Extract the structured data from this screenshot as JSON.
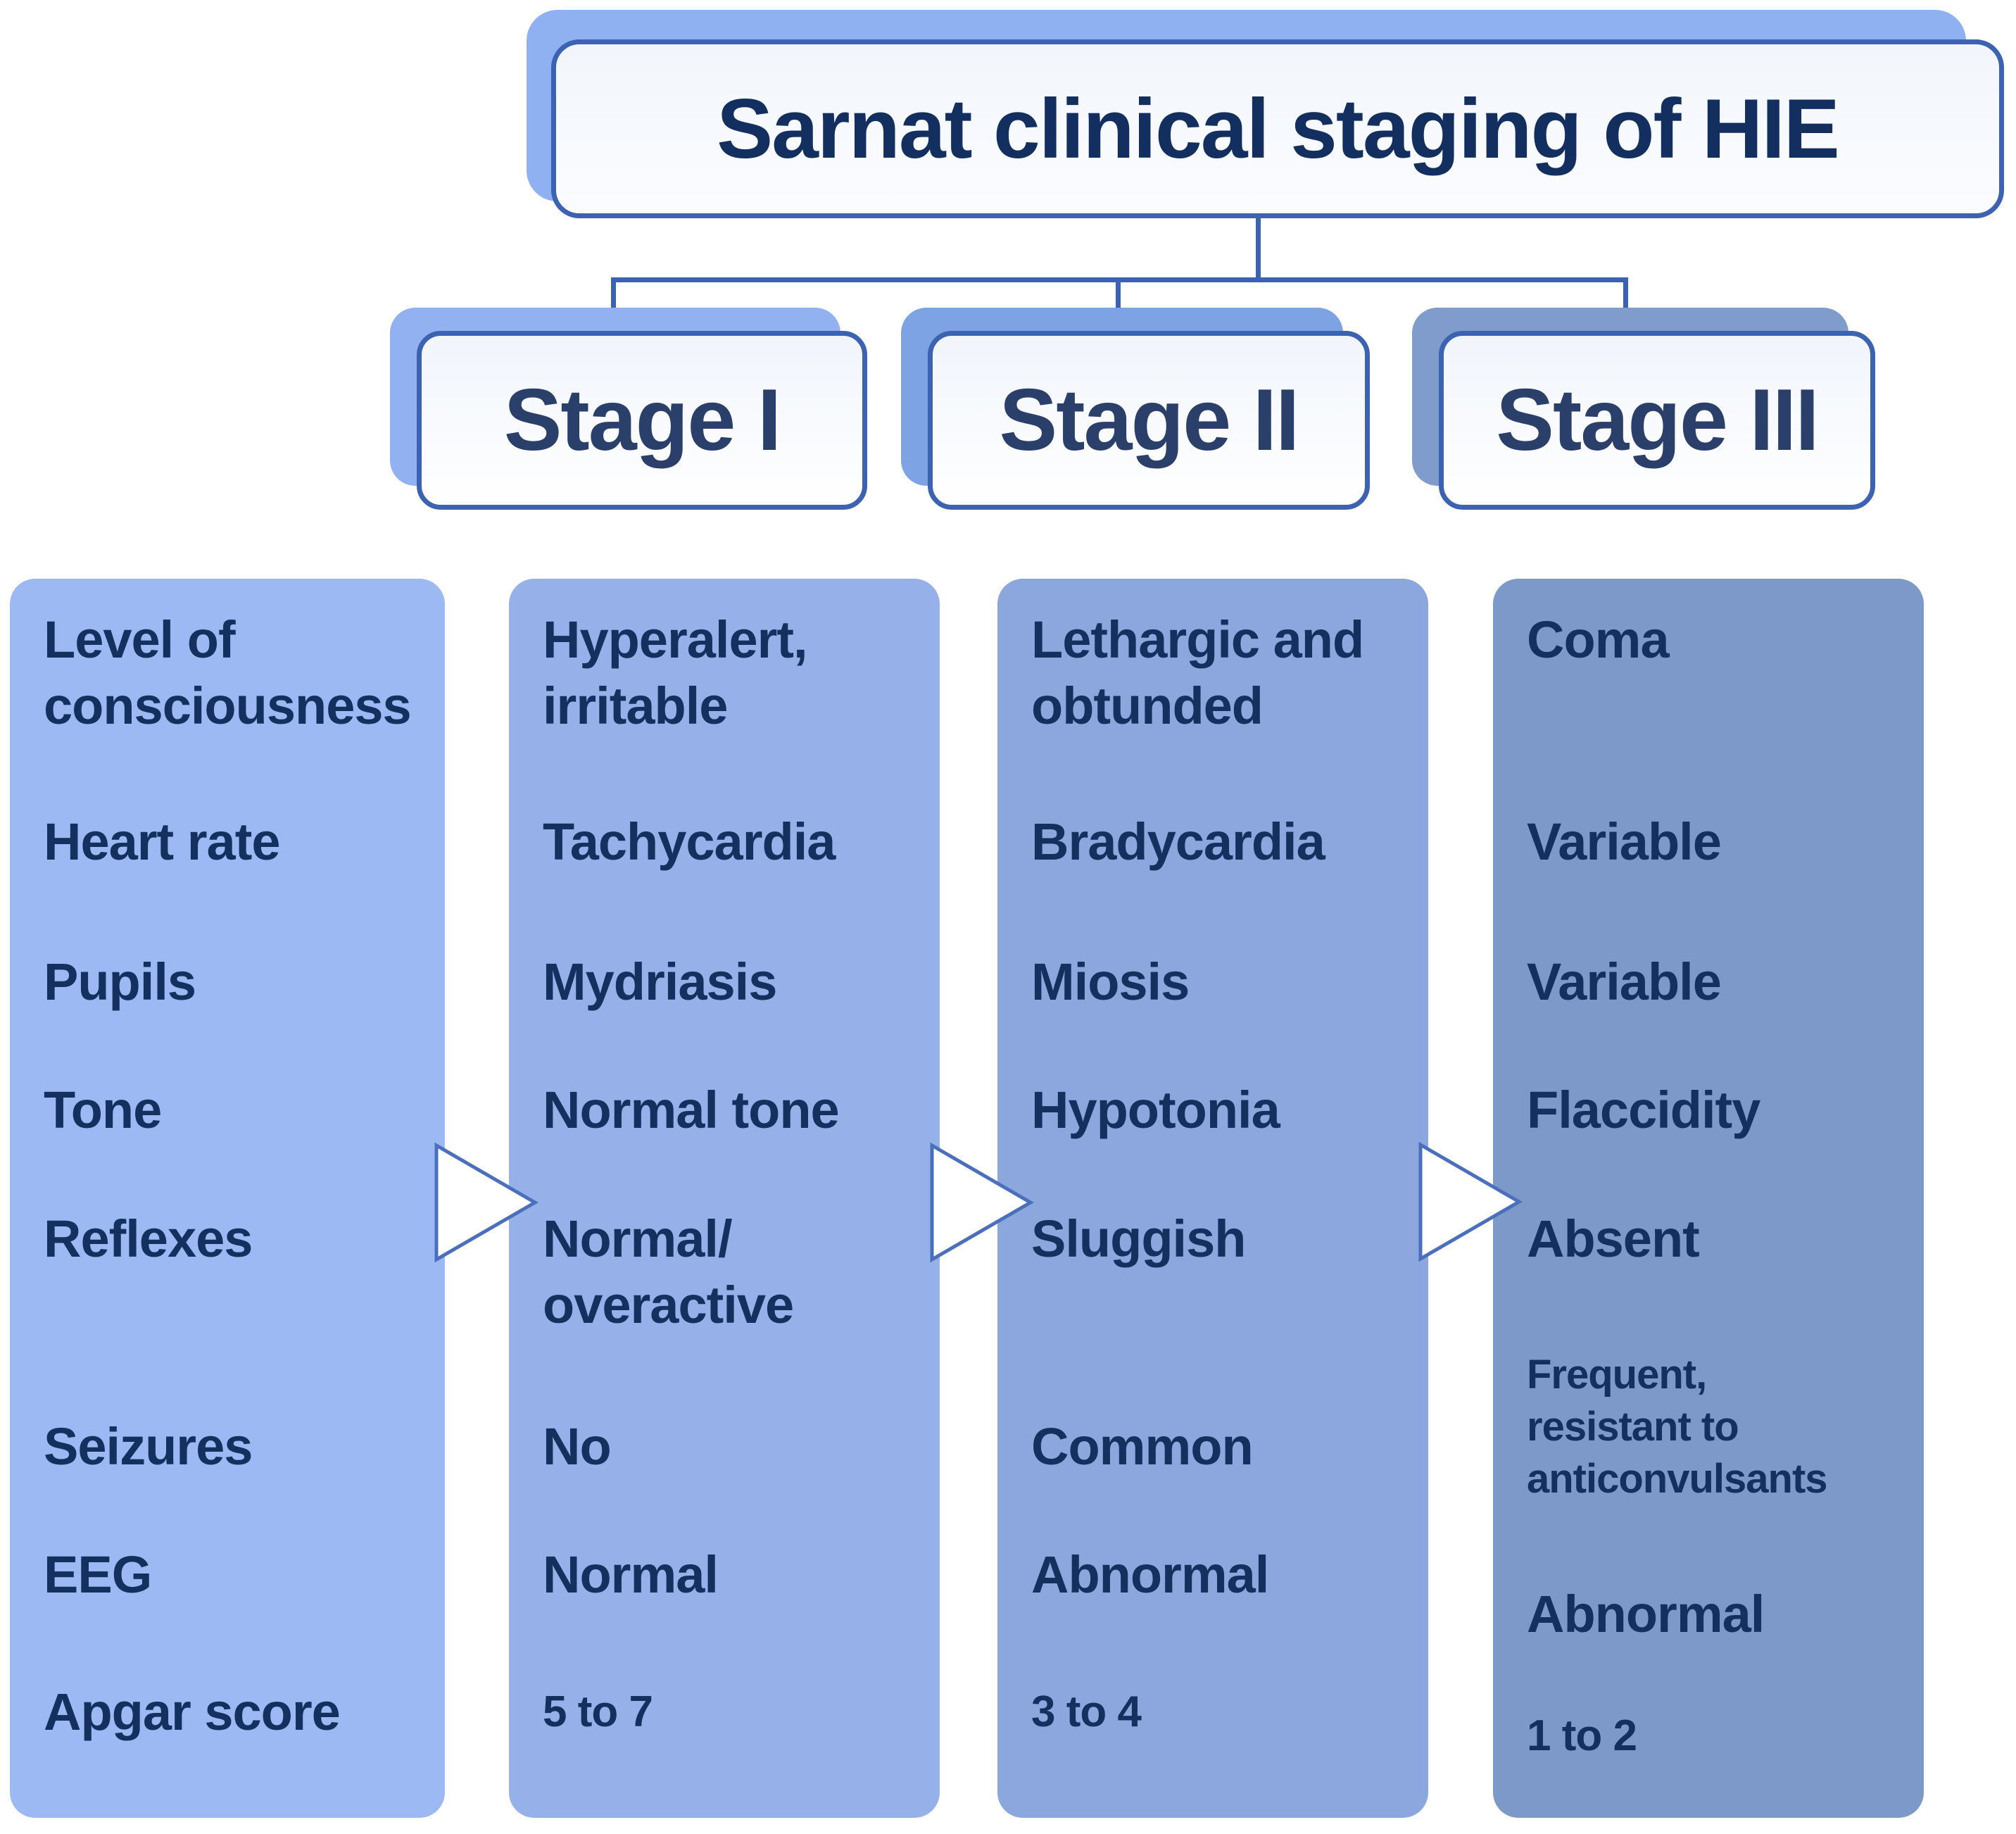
{
  "title": "Sarnat clinical staging of HIE",
  "stages": [
    {
      "label": "Stage I"
    },
    {
      "label": "Stage II"
    },
    {
      "label": "Stage III"
    }
  ],
  "criteria": {
    "rows": [
      "Level of\nconsciousness",
      "Heart rate",
      "Pupils",
      "Tone",
      "Reflexes",
      "Seizures",
      "EEG",
      "Apgar score"
    ]
  },
  "stage1": {
    "rows": [
      "Hyperalert,\nirritable",
      "Tachycardia",
      "Mydriasis",
      "Normal tone",
      "Normal/\noveractive",
      "No",
      "Normal",
      "5 to 7"
    ]
  },
  "stage2": {
    "rows": [
      "Lethargic and\nobtunded",
      "Bradycardia",
      "Miosis",
      "Hypotonia",
      "Sluggish",
      "Common",
      "Abnormal",
      "3 to 4"
    ]
  },
  "stage3": {
    "rows": [
      "Coma",
      "Variable",
      "Variable",
      "Flaccidity",
      "Absent",
      "Frequent,\nresistant to\nanticonvulsants",
      "Abnormal",
      "1 to 2"
    ]
  },
  "icons": {
    "arrow_right": "right-pointing outlined triangle"
  },
  "colors": {
    "text_navy": "#14305f",
    "title_text": "#122f5f",
    "stage_text": "#2b3f6b",
    "line_blue": "#3c63b2",
    "arrow_stroke": "#4a6fbd",
    "arrow_fill": "#ffffff",
    "card_fill": "#f2f6fc",
    "title_shadow": "#8fb1f1",
    "stage1_shadow": "#92b1f1",
    "stage2_shadow": "#7ea3e5",
    "stage3_shadow": "#7f9ccd",
    "column_criteria_fill": "#9cb9f3",
    "column_stage1_fill": "#96b1e9",
    "column_stage2_fill": "#8ba7dd",
    "column_stage3_fill": "#7d99c9",
    "background": "#ffffff"
  }
}
